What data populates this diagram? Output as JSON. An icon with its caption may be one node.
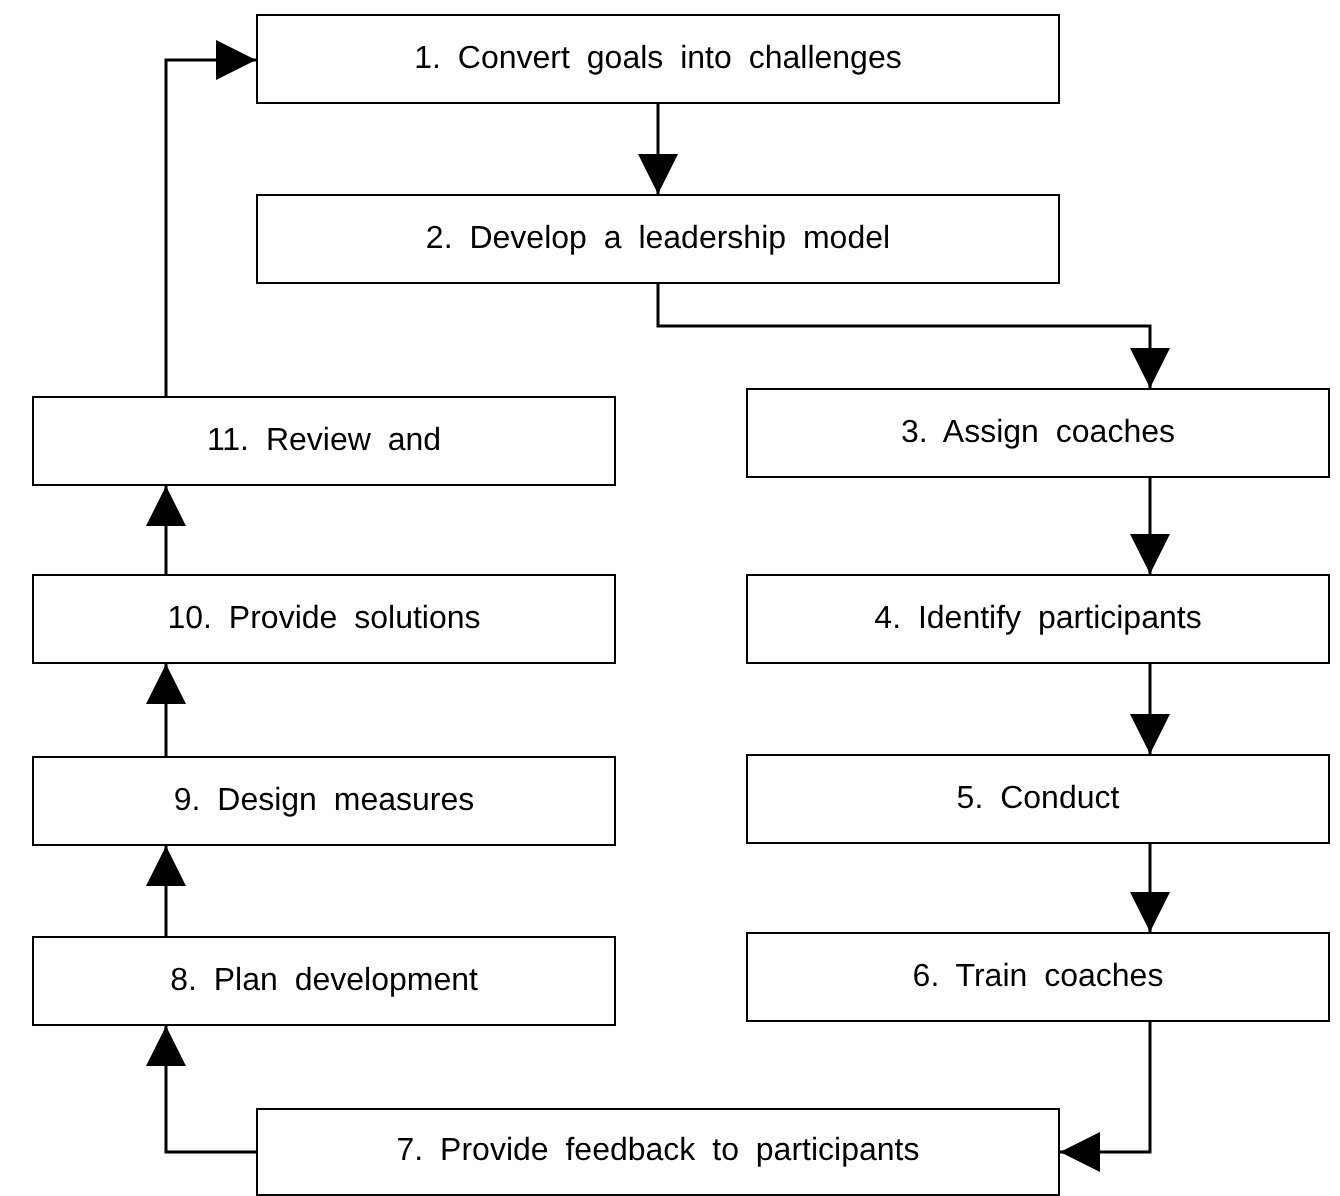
{
  "diagram": {
    "nodes": [
      {
        "text": [
          "1. Convert goals into challenges"
        ]
      },
      {
        "text": [
          "2. Develop a leadership model"
        ]
      },
      {
        "text": [
          "3. Assign coaches"
        ]
      },
      {
        "text": [
          "4. Identify participants"
        ]
      },
      {
        "text": [
          "5. Conduct"
        ]
      },
      {
        "text": [
          "6. Train coaches"
        ]
      },
      {
        "text": [
          "7. Provide feedback to participants"
        ]
      },
      {
        "text": [
          "8. Plan development"
        ]
      },
      {
        "text": [
          "9. Design measures"
        ]
      },
      {
        "text": [
          "10. Provide solutions"
        ]
      },
      {
        "text": [
          "11. Review and"
        ]
      }
    ],
    "edges": [
      {
        "from": 0,
        "to": 1,
        "arrow": "to"
      },
      {
        "from": 1,
        "to": 2,
        "arrow": "to"
      },
      {
        "from": 2,
        "to": 3,
        "arrow": "to"
      },
      {
        "from": 3,
        "to": 4,
        "arrow": "to"
      },
      {
        "from": 4,
        "to": 5,
        "arrow": "to"
      },
      {
        "from": 5,
        "to": 6,
        "arrow": "to"
      },
      {
        "from": 6,
        "to": 7,
        "arrow": "to"
      },
      {
        "from": 7,
        "to": 8,
        "arrow": "to"
      },
      {
        "from": 8,
        "to": 9,
        "arrow": "to"
      },
      {
        "from": 9,
        "to": 10,
        "arrow": "to"
      },
      {
        "from": 10,
        "to": 0,
        "arrow": "to"
      }
    ]
  }
}
